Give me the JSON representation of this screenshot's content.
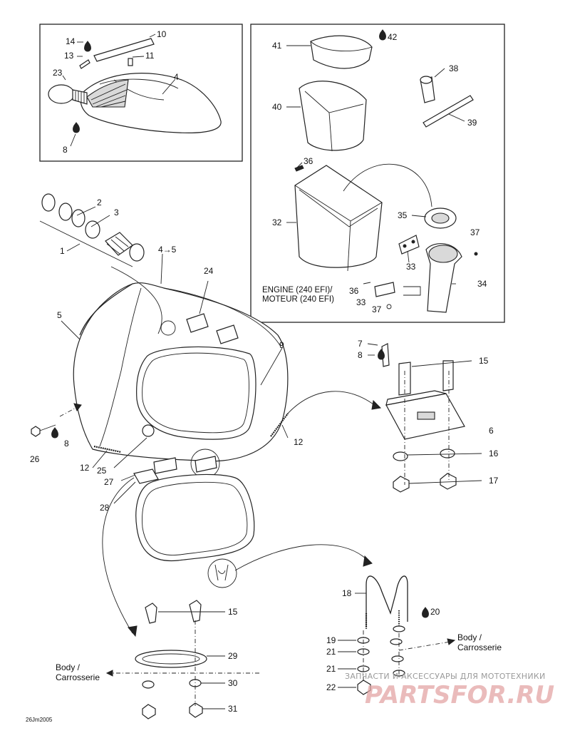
{
  "callouts": {
    "c1": "1",
    "c2": "2",
    "c3": "3",
    "c4": "4",
    "c4to5": "4→5",
    "c5": "5",
    "c6": "6",
    "c7": "7",
    "c8a": "8",
    "c8b": "8",
    "c8c": "8",
    "c9": "9",
    "c10": "10",
    "c11": "11",
    "c12a": "12",
    "c12b": "12",
    "c13": "13",
    "c14": "14",
    "c15a": "15",
    "c15b": "15",
    "c16": "16",
    "c17": "17",
    "c18": "18",
    "c19": "19",
    "c20": "20",
    "c21a": "21",
    "c21b": "21",
    "c22": "22",
    "c23": "23",
    "c24": "24",
    "c25": "25",
    "c26": "26",
    "c27": "27",
    "c28": "28",
    "c29": "29",
    "c30": "30",
    "c31": "31",
    "c32": "32",
    "c33a": "33",
    "c33b": "33",
    "c34": "34",
    "c35": "35",
    "c36a": "36",
    "c36b": "36",
    "c37a": "37",
    "c37b": "37",
    "c38": "38",
    "c39": "39",
    "c40": "40",
    "c41": "41",
    "c42": "42"
  },
  "engine_note": {
    "line1": "ENGINE (240 EFI)/",
    "line2": "MOTEUR (240 EFI)"
  },
  "body_refs": {
    "left_line1": "Body /",
    "left_line2": "Carrosserie",
    "right_line1": "Body /",
    "right_line2": "Carrosserie"
  },
  "footer": {
    "code": "26Jm2005"
  },
  "watermark": {
    "text_top": "ЗАПЧАСТИ И АКСЕССУАРЫ ДЛЯ МОТОТЕХНИКИ",
    "logo": "PARTSFOR.RU"
  },
  "colors": {
    "line": "#222222",
    "watermark_text": "#9a9a9a",
    "watermark_logo": "#e3a5a5"
  }
}
